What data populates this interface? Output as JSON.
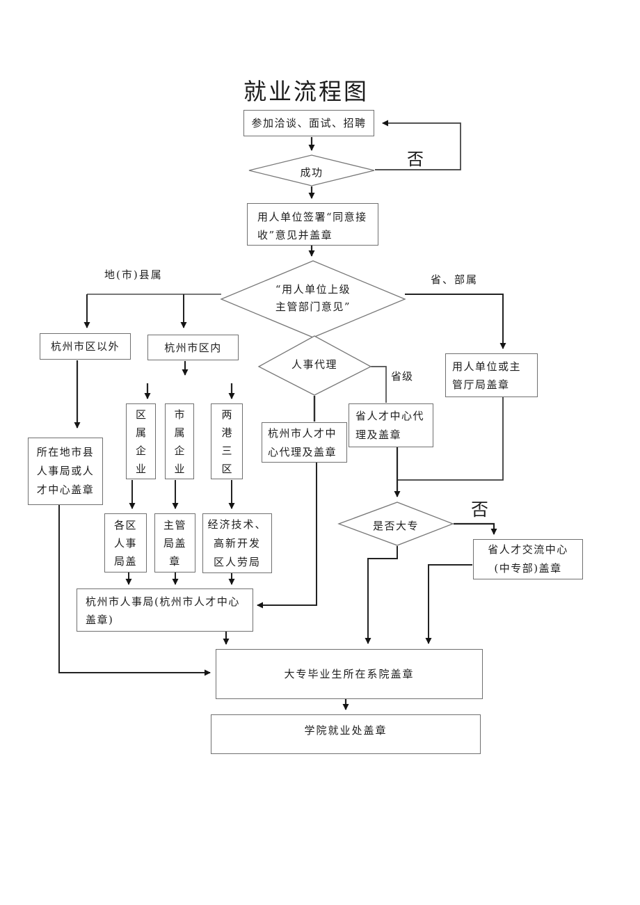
{
  "title": "就业流程图",
  "palette": {
    "line_color": "#3a3a3a",
    "border_color": "#6f6f6f",
    "arrow_color": "#141414",
    "text_color": "#1c1c1c",
    "background": "#ffffff"
  },
  "labels": {
    "no_top": "否",
    "no_right": "否",
    "city_county": "地(市)县属",
    "province_ministry": "省、部属",
    "province_level": "省级"
  },
  "nodes": {
    "attend": "参加洽谈、面试、招聘",
    "success": "成功",
    "sign_agree": "用人单位签署“同意接\n收”意见并盖章",
    "superior_opinion": "“用人单位上级\n主管部门意见”",
    "outside_hangzhou": "杭州市区以外",
    "inside_hangzhou": "杭州市区内",
    "employer_or_dept": "用人单位或主\n管厅局盖章",
    "hr_agency": "人事代理",
    "local_hr_bureau": "所在地市县\n人事局或人\n才中心盖章",
    "district_enterprise": "区\n属\n企\n业",
    "city_enterprise": "市\n属\n企\n业",
    "two_ports_three_zones": "两\n港\n三\n区",
    "hz_talent_center": "杭州市人才中\n心代理及盖章",
    "prov_talent_center": "省人才中心代\n理及盖章",
    "district_hr_seal": "各区\n人事\n局盖",
    "dept_bureau_seal": "主管\n局盖\n章",
    "econ_tech_zone": "经济技术、\n高新开发\n区人劳局",
    "hz_hr_bureau": "杭州市人事局(杭州市人才中心\n盖章)",
    "is_college": "是否大专",
    "prov_exchange_center": "省人才交流中心\n(中专部)盖章",
    "dept_college_seal": "大专毕业生所在系院盖章",
    "employment_office_seal": "学院就业处盖章"
  }
}
